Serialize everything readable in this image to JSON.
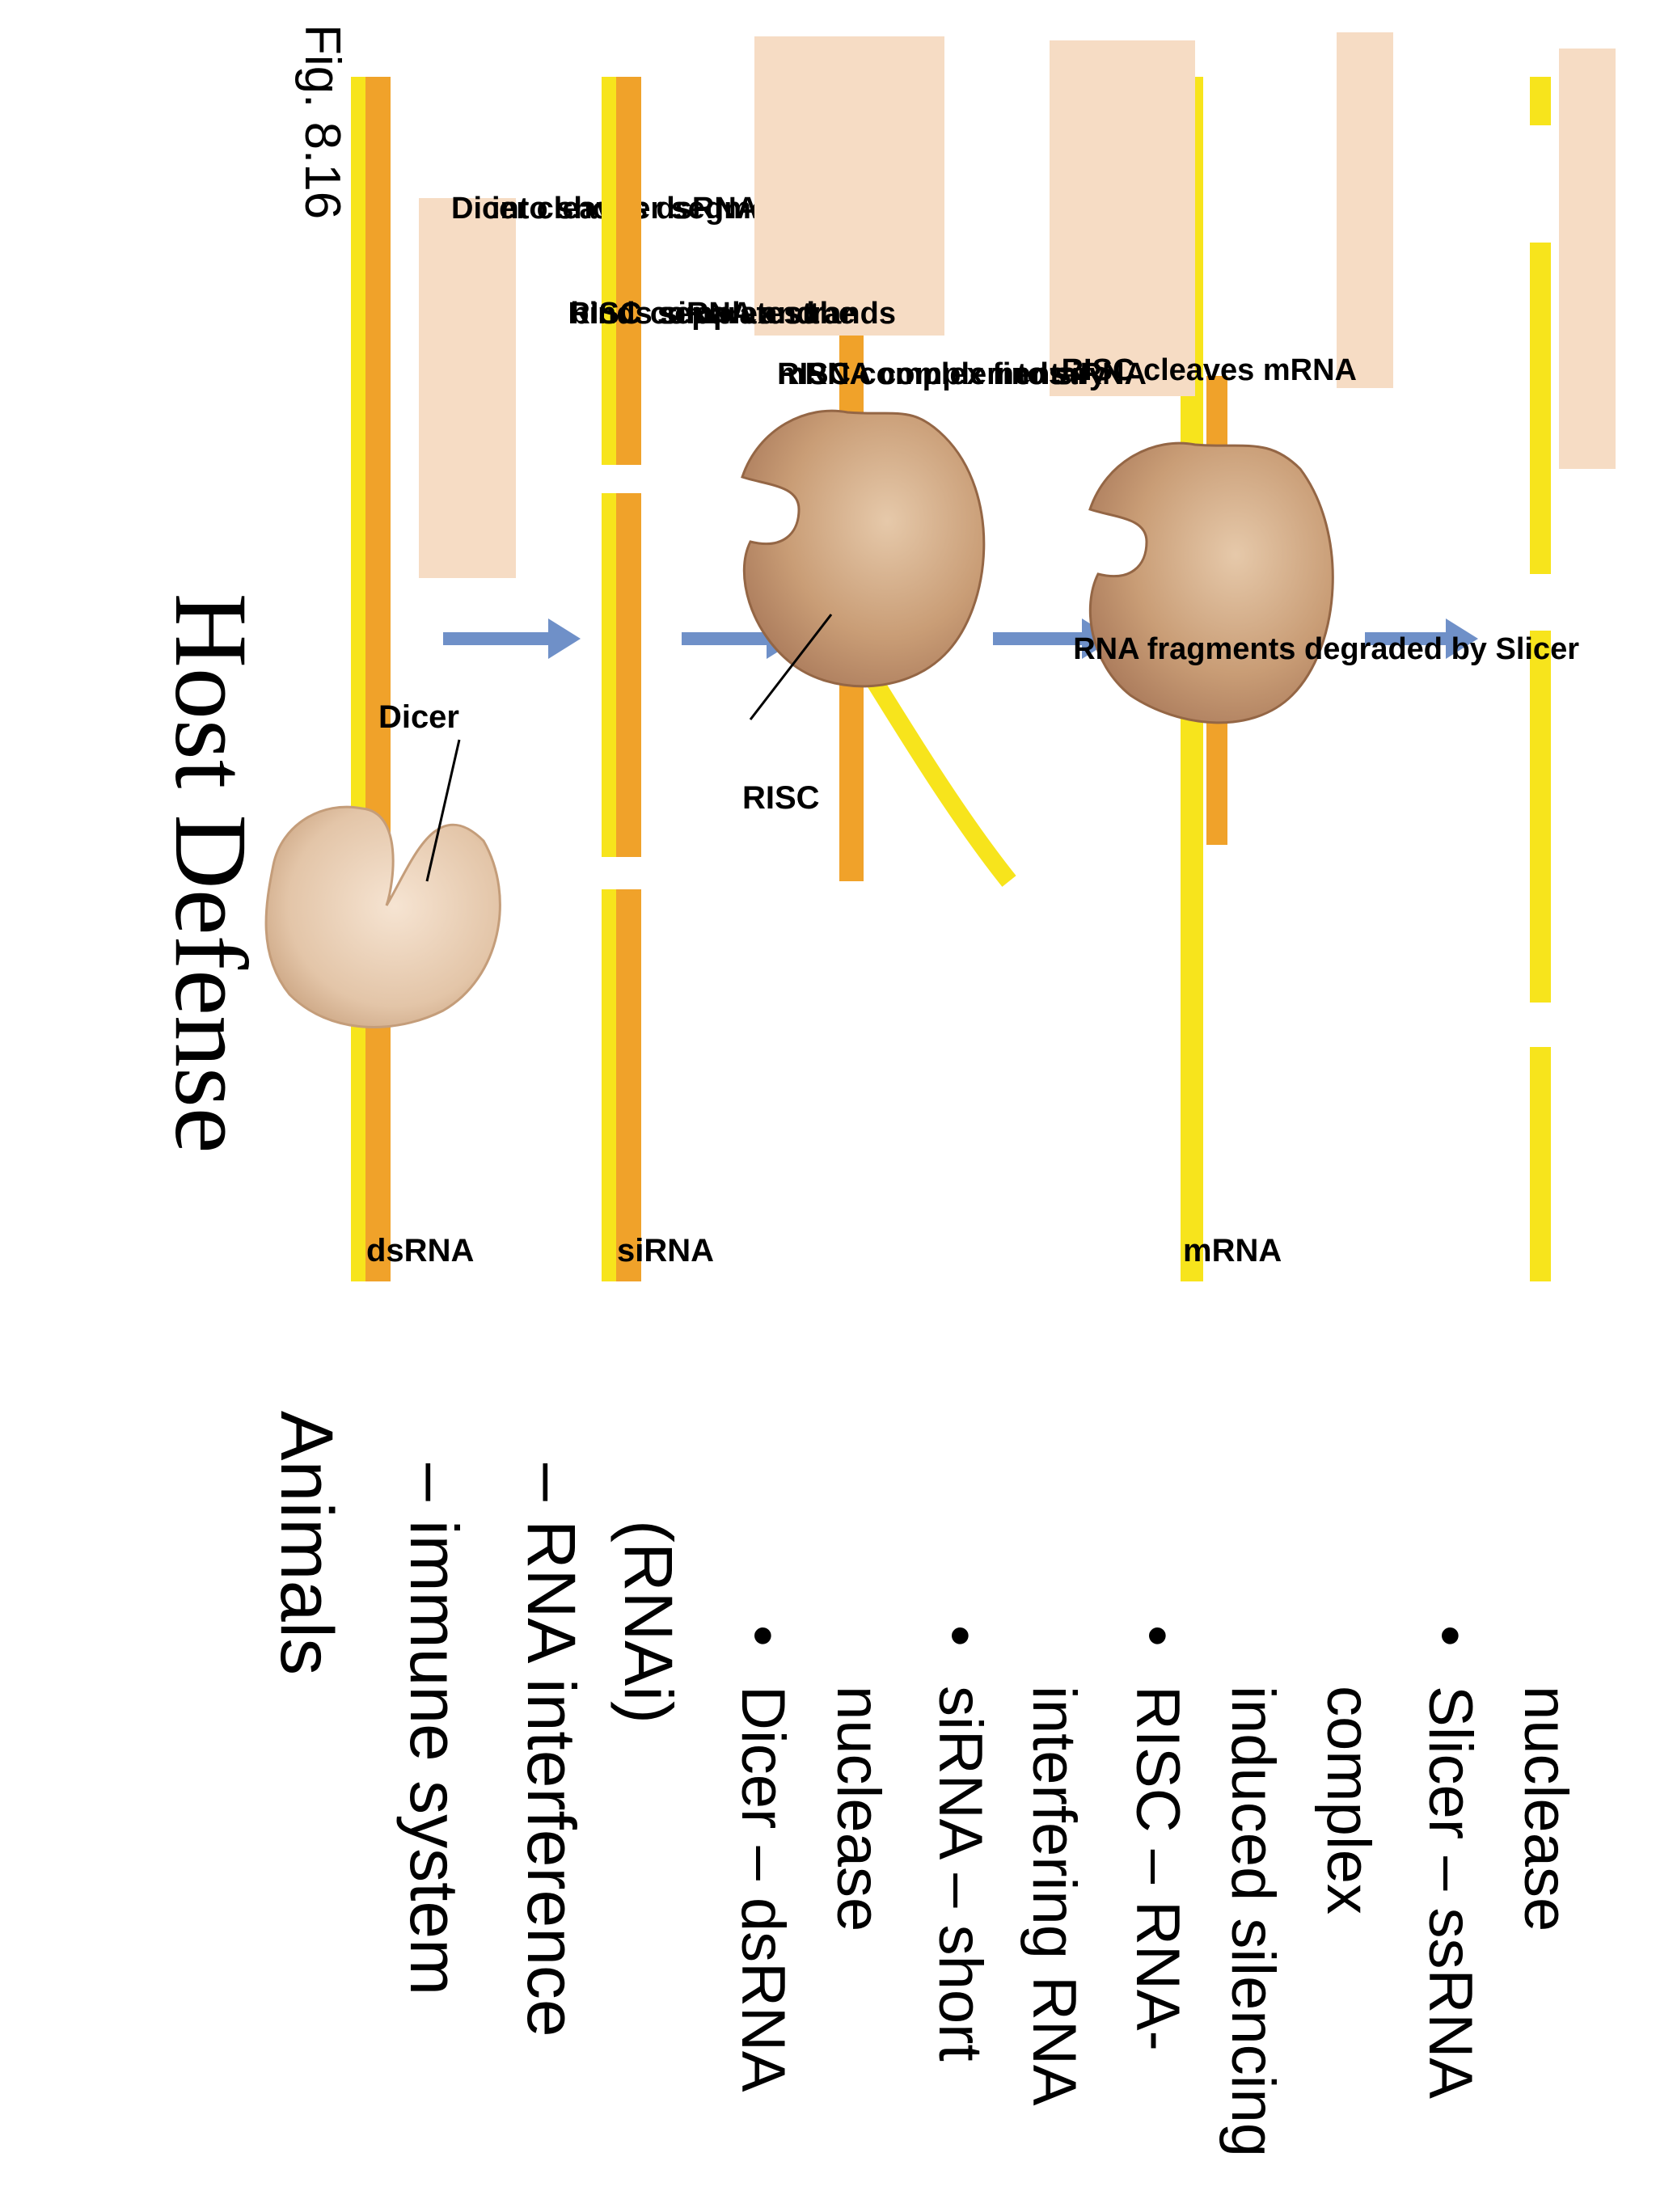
{
  "slide": {
    "title": "Host Defense",
    "figure_ref": "Fig. 8.16"
  },
  "bullets": {
    "heading": "Animals",
    "dash_items": [
      {
        "marker": "–",
        "lines": [
          "immune system"
        ]
      },
      {
        "marker": "–",
        "lines": [
          "RNA interference",
          "(RNAi)"
        ]
      }
    ],
    "dot_items": [
      {
        "marker": "•",
        "lines": [
          "Dicer – dsRNA",
          "nuclease"
        ]
      },
      {
        "marker": "•",
        "lines": [
          "siRNA – short",
          "interfering RNA"
        ]
      },
      {
        "marker": "•",
        "lines": [
          "RISC – RNA-",
          "induced silencing",
          "complex"
        ]
      },
      {
        "marker": "•",
        "lines": [
          "Slicer – ssRNA",
          "nuclease"
        ]
      }
    ]
  },
  "diagram": {
    "strand_labels": {
      "dsrna": "dsRNA",
      "sirna": "siRNA",
      "mrna": "mRNA"
    },
    "callouts": {
      "dicer": "Dicer",
      "risc": "RISC"
    },
    "steps": [
      {
        "lines": [
          "Dicer cleaves dsRNA",
          "into shorter segments"
        ]
      },
      {
        "lines": [
          "RISC complex",
          "binds siRNA and",
          "separates the",
          "strands"
        ]
      },
      {
        "lines": [
          "RISC complex finds",
          "mRNA complementary",
          "to siRNA"
        ]
      },
      {
        "lines": [
          "RISC cleaves mRNA"
        ]
      },
      {
        "lines": [
          "RNA fragments degraded by Slicer"
        ]
      }
    ],
    "colors": {
      "orange_strand": "#F0A22A",
      "yellow_strand": "#F7E41C",
      "arrow": "#6F90C8",
      "label_box": "#F6DCC4",
      "enzyme_light": "#E2C3A4",
      "enzyme_dark": "#B98A66"
    }
  }
}
